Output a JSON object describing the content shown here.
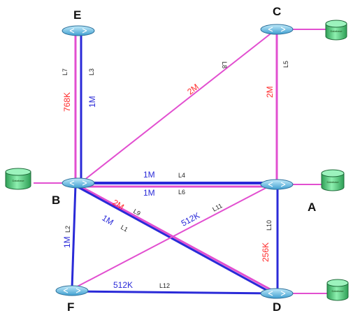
{
  "colors": {
    "pink": "#e24fd0",
    "blue": "#2a2ad8",
    "red": "#ff2a2a",
    "router": "#5bbbe6",
    "database": "#44cc77"
  },
  "nodes": {
    "E": "E",
    "C": "C",
    "B": "B",
    "A": "A",
    "F": "F",
    "D": "D"
  },
  "databases": [
    "Database",
    "Database",
    "Database",
    "Database"
  ],
  "links": {
    "L1": {
      "name": "L1",
      "bandwidth": "1M",
      "color": "blue"
    },
    "L2": {
      "name": "L2",
      "bandwidth": "1M",
      "color": "blue"
    },
    "L3": {
      "name": "L3",
      "bandwidth": "1M",
      "color": "blue"
    },
    "L4": {
      "name": "L4",
      "bandwidth": "1M",
      "color": "blue"
    },
    "L5": {
      "name": "L5",
      "bandwidth": "2M",
      "color": "red"
    },
    "L6": {
      "name": "L6",
      "bandwidth": "1M",
      "color": "blue"
    },
    "L7": {
      "name": "L7",
      "bandwidth": "768K",
      "color": "red"
    },
    "L8": {
      "name": "L8",
      "bandwidth": "2M",
      "color": "red"
    },
    "L9": {
      "name": "L9",
      "bandwidth": "2M",
      "color": "red"
    },
    "L10": {
      "name": "L10",
      "bandwidth": "256K",
      "color": "red"
    },
    "L11": {
      "name": "L11",
      "bandwidth": "512K",
      "color": "blue"
    },
    "L12": {
      "name": "L12",
      "bandwidth": "512K",
      "color": "blue"
    }
  }
}
